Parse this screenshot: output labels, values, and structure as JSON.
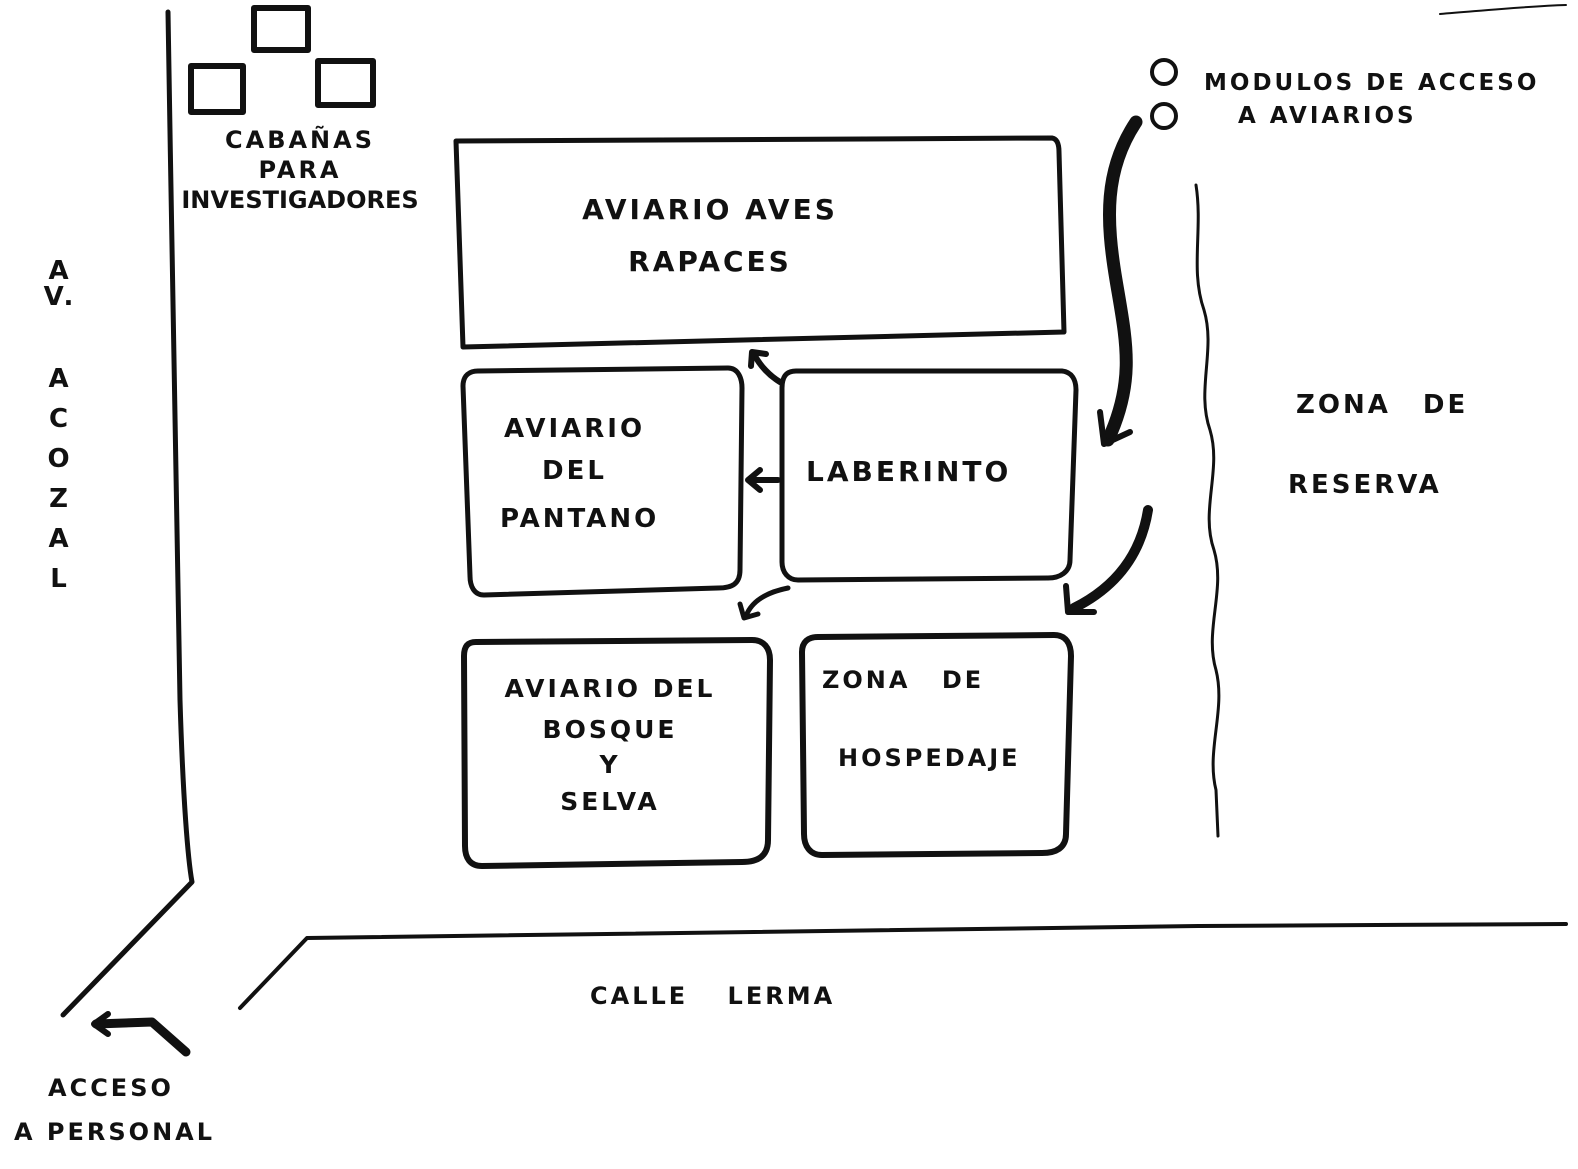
{
  "diagram": {
    "cabins_label": [
      "CABAÑAS",
      "PARA",
      "INVESTIGADORES"
    ],
    "access_modules_label": [
      "MODULOS DE ACCESO",
      "A AVIARIOS"
    ],
    "avenue_label": [
      "A",
      "V.",
      "A",
      "C",
      "O",
      "Z",
      "A",
      "L"
    ],
    "zones": {
      "raptors": [
        "AVIARIO AVES",
        "RAPACES"
      ],
      "swamp": [
        "AVIARIO",
        "DEL",
        "PANTANO"
      ],
      "labyrinth": [
        "LABERINTO"
      ],
      "forest": [
        "AVIARIO DEL",
        "BOSQUE",
        "Y",
        "SELVA"
      ],
      "lodging": [
        "ZONA DE",
        "HOSPEDAJE"
      ]
    },
    "reserve_label": [
      "ZONA DE",
      "RESERVA"
    ],
    "street_label": "CALLE LERMA",
    "staff_access_label": [
      "ACCESO",
      "A PERSONAL"
    ]
  }
}
